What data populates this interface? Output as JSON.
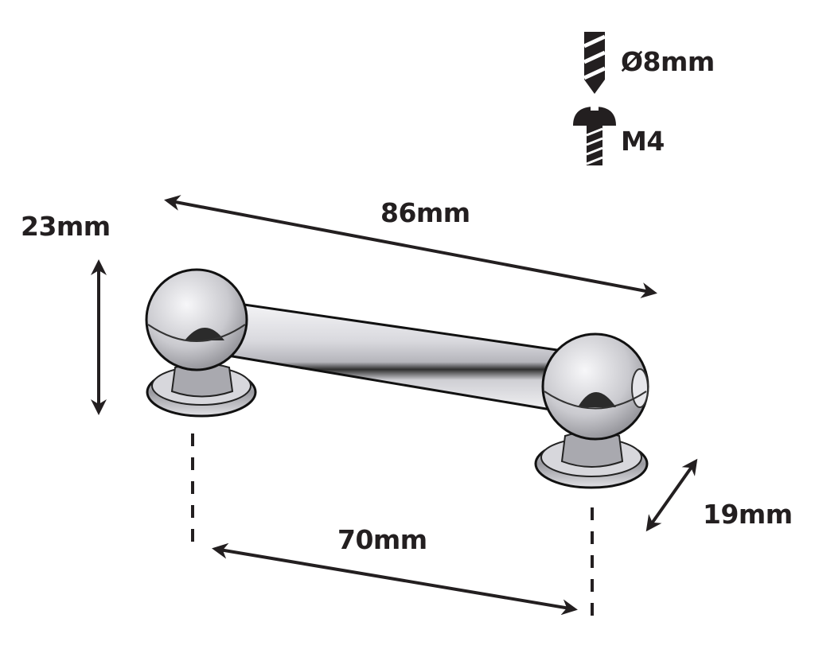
{
  "diagram": {
    "subject": "cabinet handle with ball ends",
    "dimensions": {
      "length": "86mm",
      "height": "23mm",
      "depth": "19mm",
      "hole_spacing": "70mm"
    },
    "hardware": {
      "drill": "Ø8mm",
      "screw": "M4"
    },
    "colors": {
      "ink": "#231f20",
      "metal_light": "#e9e9ec",
      "metal_mid": "#b9b9bf",
      "metal_dark": "#2b2b2b",
      "background": "#ffffff"
    }
  }
}
